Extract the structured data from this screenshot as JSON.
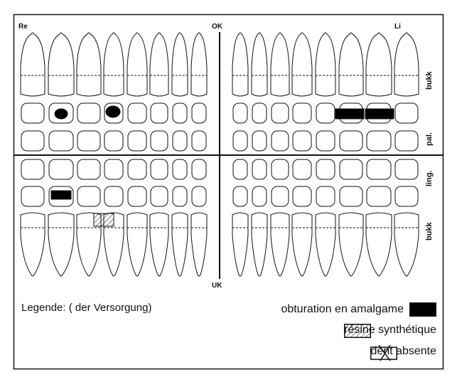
{
  "labels": {
    "right": "Re",
    "left": "Li",
    "upper_jaw": "OK",
    "lower_jaw": "UK",
    "buccal_upper": "bukk",
    "palatal": "pal.",
    "lingual": "ling.",
    "buccal_lower": "bukk"
  },
  "legend": {
    "title": "Legende: ( der Versorgung)",
    "items": [
      {
        "label": "obturation en amalgame",
        "symbol": "filled-black"
      },
      {
        "label": "résine synthétique",
        "symbol": "hatched"
      },
      {
        "label": "dent absente",
        "symbol": "crossed-box"
      }
    ]
  },
  "colors": {
    "ink": "#111111",
    "background": "#ffffff",
    "amalgam": "#000000"
  }
}
